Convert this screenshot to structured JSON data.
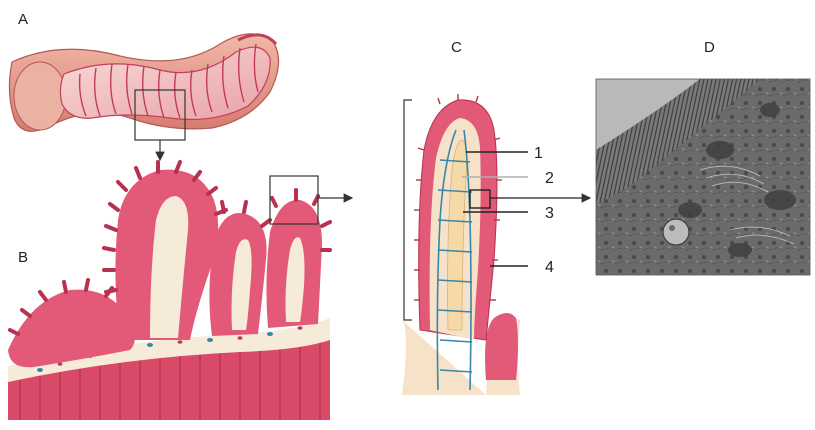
{
  "panels": {
    "a": {
      "letter": "A"
    },
    "b": {
      "letter": "B"
    },
    "c": {
      "letter": "C"
    },
    "d": {
      "letter": "D"
    }
  },
  "callouts": [
    {
      "label": "1"
    },
    {
      "label": "2"
    },
    {
      "label": "3"
    },
    {
      "label": "4"
    }
  ],
  "colors": {
    "tissue_pink": "#e25a78",
    "tissue_dark": "#b8314f",
    "tissue_light": "#f3b7c4",
    "submucosa": "#f6ead8",
    "vessel_blue": "#3a86a8",
    "lacteal": "#f5d9a6",
    "micrograph_gray": "#6e6e6e",
    "micrograph_light": "#b9b9b9"
  },
  "icons": {
    "zoom_box_a": "magnify-box",
    "zoom_box_b": "magnify-box",
    "zoom_box_c": "magnify-box",
    "arrow_a_to_b": "arrow-down-icon",
    "arrow_b_to_c": "arrow-right-icon",
    "arrow_c_to_d": "arrow-right-icon"
  }
}
